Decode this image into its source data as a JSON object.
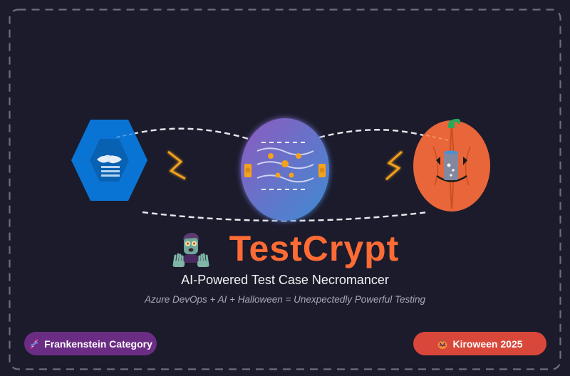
{
  "title": "TestCrypt",
  "subtitle": "AI-Powered Test Case Necromancer",
  "tagline": "Azure DevOps + AI + Halloween = Unexpectedly Powerful Testing",
  "badges": {
    "left": {
      "label": "Frankenstein Category",
      "icon": "dna-icon"
    },
    "right": {
      "label": "Kiroween 2025",
      "icon": "pumpkin-icon"
    }
  },
  "illustration": {
    "left": "azure-devops-hexagon-icon",
    "center": "ai-brain-egg-icon",
    "right": "halloween-pumpkin-icon",
    "connectors": "lightning-bolt-icon"
  },
  "colors": {
    "background": "#1b1b2c",
    "border": "#6e6e82",
    "title": "#ff6b35",
    "azure": "#0a74d4",
    "pumpkin": "#e9663a",
    "lightning": "#f5a21b",
    "badge_left": "#6b2d84",
    "badge_right": "#d9473a"
  }
}
